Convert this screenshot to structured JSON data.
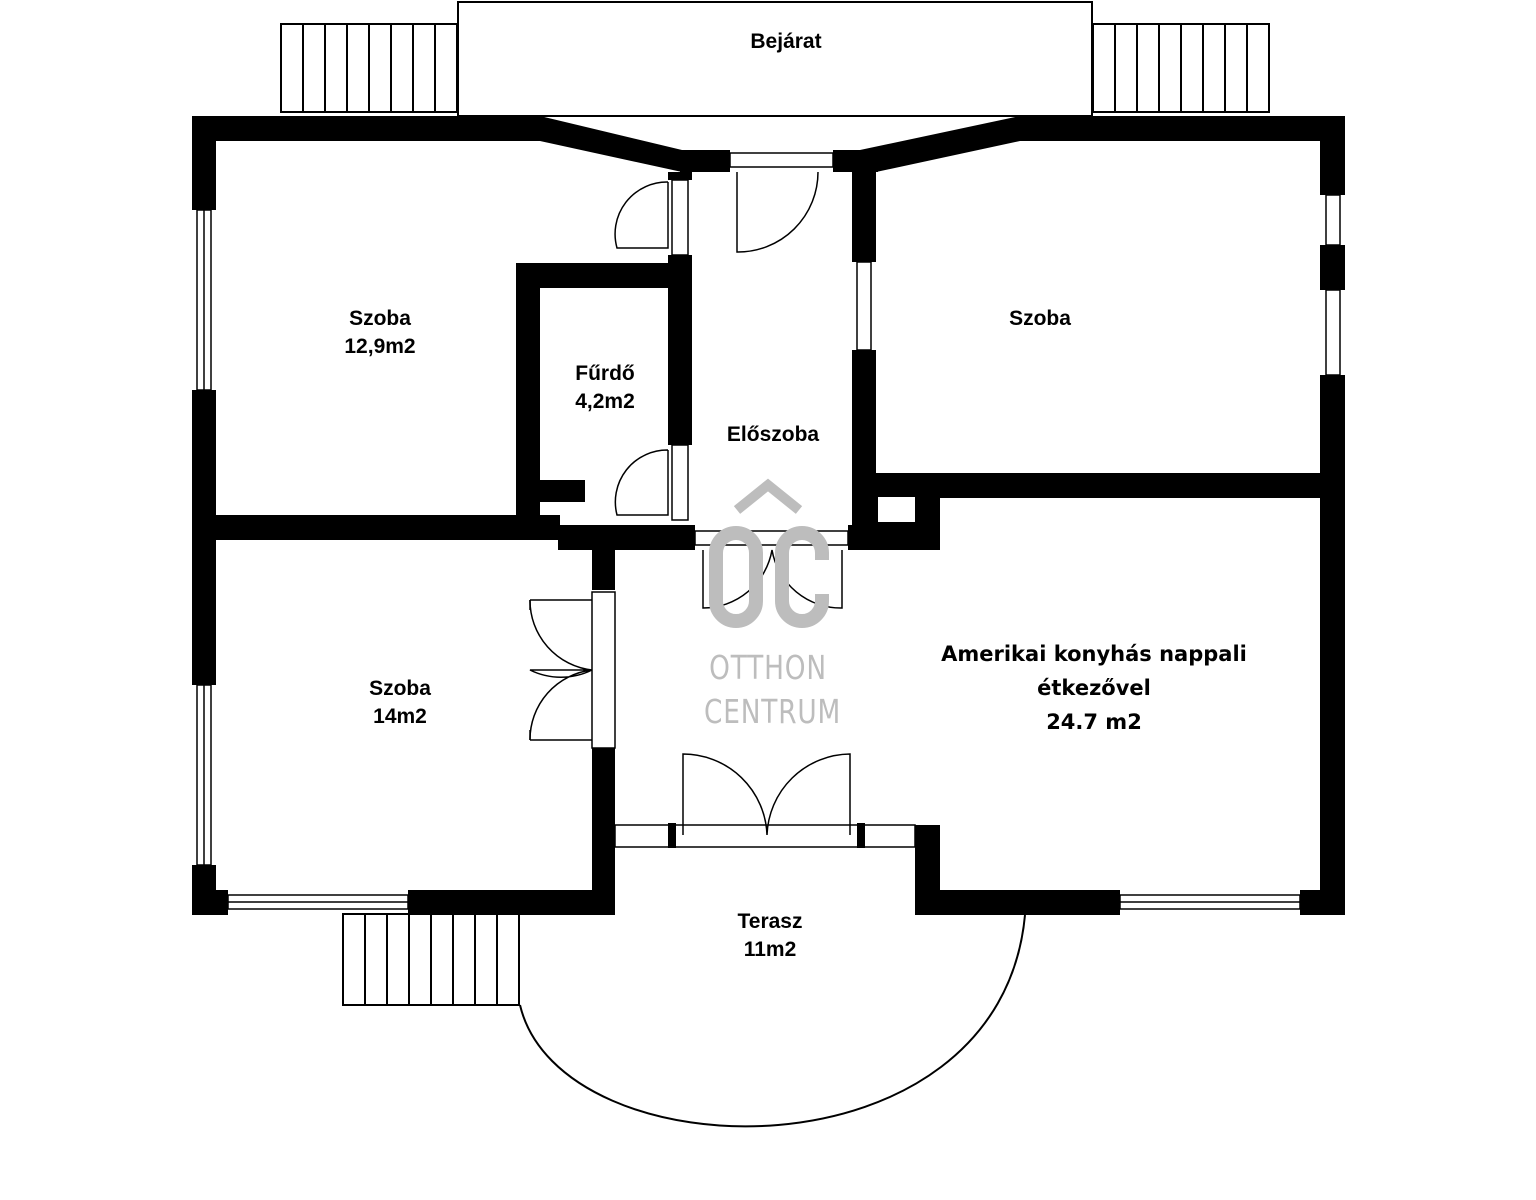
{
  "rooms": {
    "entrance": {
      "name": "Bejárat"
    },
    "room_top_left": {
      "name": "Szoba",
      "area": "12,9m2"
    },
    "bathroom": {
      "name": "Fűrdő",
      "area": "4,2m2"
    },
    "hall": {
      "name": "Előszoba"
    },
    "room_top_right": {
      "name": "Szoba"
    },
    "room_bottom_left": {
      "name": "Szoba",
      "area": "14m2"
    },
    "living": {
      "line1": "Amerikai konyhás nappali",
      "line2": "étkezővel",
      "area": "24.7 m2"
    },
    "terrace": {
      "name": "Terasz",
      "area": "11m2"
    }
  },
  "watermark": {
    "logo": "OC",
    "line1": "OTTHON",
    "line2": "CENTRUM",
    "color": "#bdbdbd"
  },
  "colors": {
    "wall": "#000000",
    "background": "#ffffff"
  }
}
